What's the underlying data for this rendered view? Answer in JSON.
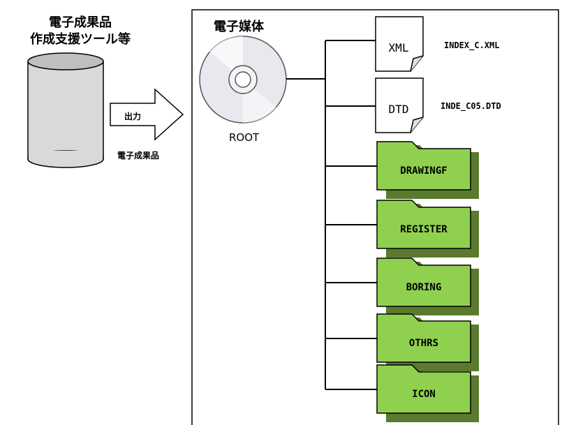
{
  "left": {
    "title_line1": "電子成果品",
    "title_line2": "作成支援ツール等",
    "arrow_label": "出力",
    "output_label": "電子成果品"
  },
  "media": {
    "title": "電子媒体",
    "root_label": "ROOT"
  },
  "files": [
    {
      "icon_label": "XML",
      "name": "INDEX_C.XML"
    },
    {
      "icon_label": "DTD",
      "name": "INDE_C05.DTD"
    }
  ],
  "folders": [
    {
      "label": "DRAWINGF"
    },
    {
      "label": "REGISTER"
    },
    {
      "label": "BORING"
    },
    {
      "label": "OTHRS"
    },
    {
      "label": "ICON"
    }
  ],
  "colors": {
    "folder_fill": "#8fd14f",
    "line": "#000000",
    "database_fill": "#d9d9d9"
  }
}
